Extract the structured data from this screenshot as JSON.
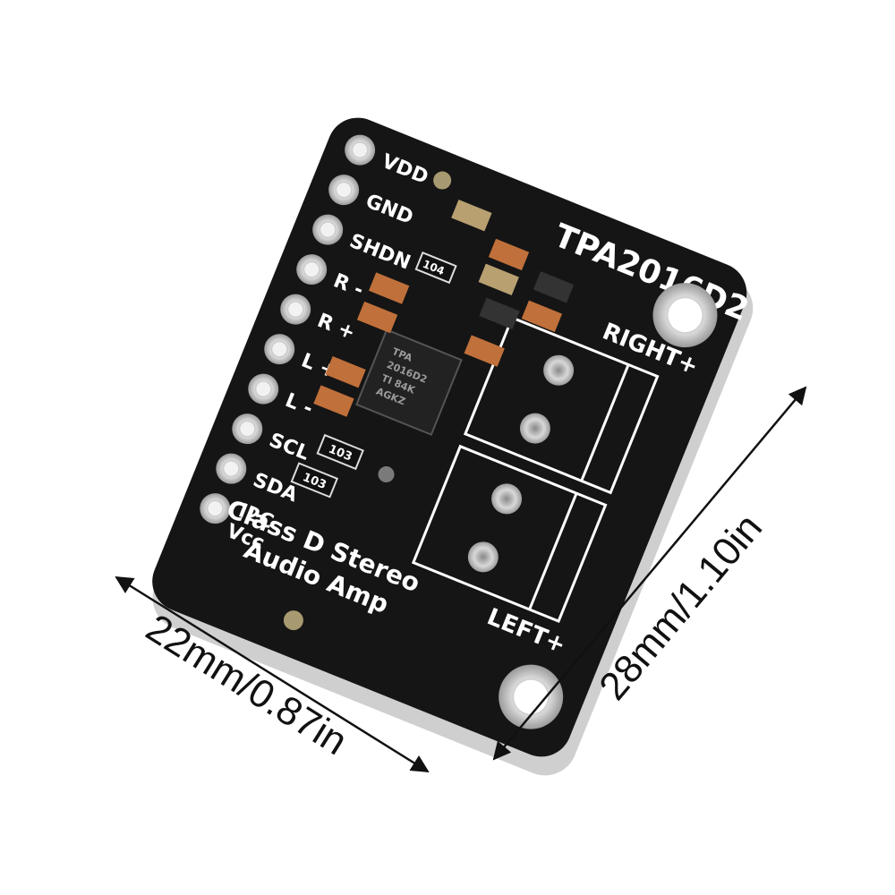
{
  "board": {
    "title": "TPA2016D2",
    "pins": [
      "VDD",
      "GND",
      "SHDN",
      "R -",
      "R +",
      "L +",
      "L -",
      "SCL",
      "SDA",
      "I2C",
      "Vcc"
    ],
    "description_line1": "Class D Stereo",
    "description_line2": "Audio Amp",
    "right_output": "RIGHT+",
    "left_output": "LEFT+",
    "resistor_a": "103",
    "resistor_b": "103",
    "resistor_c": "104",
    "chip_line1": "TPA",
    "chip_line2": "2016D2",
    "chip_line3": "TI 84K",
    "chip_line4": "AGKZ"
  },
  "dimensions": {
    "width": "22mm/0.87in",
    "height": "28mm/1.10in"
  },
  "colors": {
    "pcb": "#151515",
    "pcb_edge": "#d8d8d8",
    "silkscreen": "#ffffff",
    "pad": "#c8c8c8",
    "capacitor": "#c0703a",
    "capacitor_tan": "#b8a070"
  }
}
